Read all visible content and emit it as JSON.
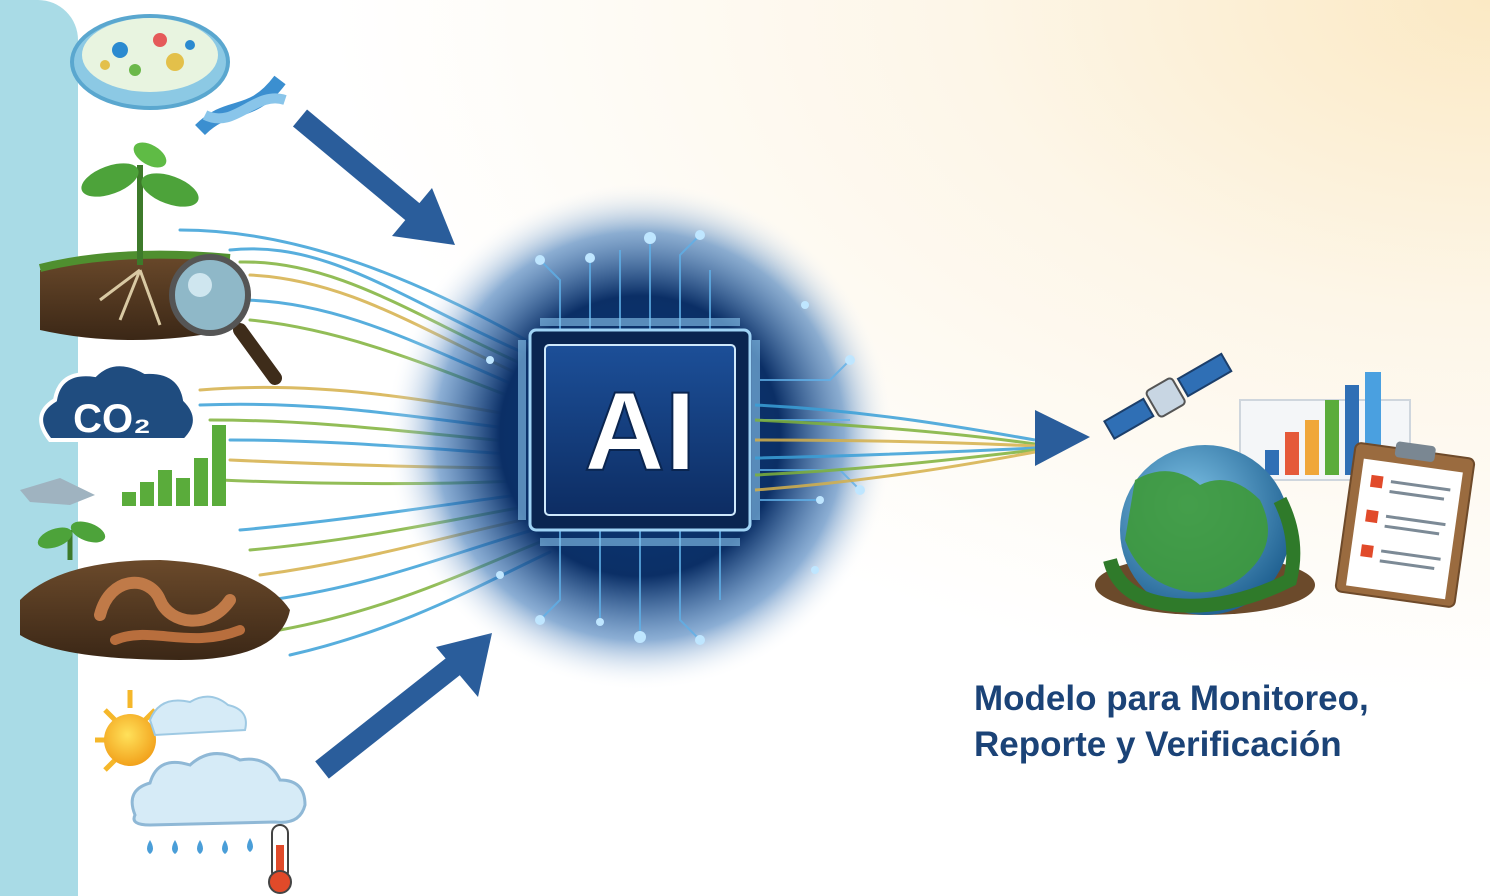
{
  "diagram": {
    "center_label": "AI",
    "co2_label": "CO₂",
    "caption": {
      "line1": "Modelo para Monitoreo,",
      "line2": "Reporte y Verificación"
    }
  },
  "colors": {
    "side_band": "#a9dbe6",
    "arrow": "#2a5d9b",
    "chip_dark": "#0c2f62",
    "caption_text": "#1b4377",
    "fiber_blue": "#3aa0d8",
    "fiber_green": "#7fb23a",
    "fiber_gold": "#d5b04a"
  },
  "icons": {
    "inputs": [
      "petri-dish-icon",
      "dna-icon",
      "plant-roots-icon",
      "magnifier-icon",
      "co2-cloud-icon",
      "bar-chart-icon",
      "worms-soil-icon",
      "weather-icon",
      "thermometer-icon"
    ],
    "outputs": [
      "satellite-icon",
      "globe-icon",
      "report-chart-icon",
      "clipboard-icon"
    ]
  }
}
